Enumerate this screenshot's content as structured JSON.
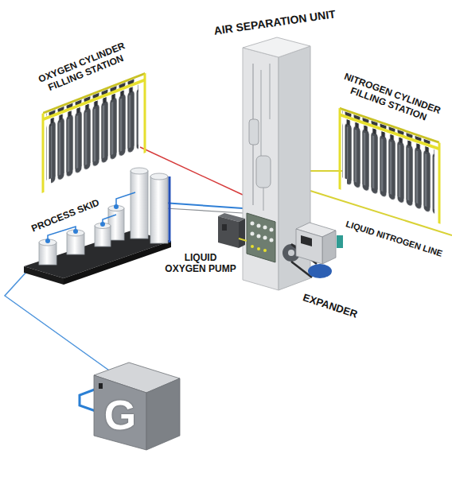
{
  "diagram": {
    "nodes": [
      {
        "text": [
          "G"
        ]
      }
    ],
    "labels": [
      "OXYGEN CYLINDER FILLING STATION",
      "AIR SEPARATION UNIT",
      "NITROGEN CYLINDER FILLING STATION",
      "PROCESS SKID",
      "LIQUID OXYGEN PUMP",
      "EXPANDER",
      "LIQUID NITROGEN LINE"
    ]
  }
}
